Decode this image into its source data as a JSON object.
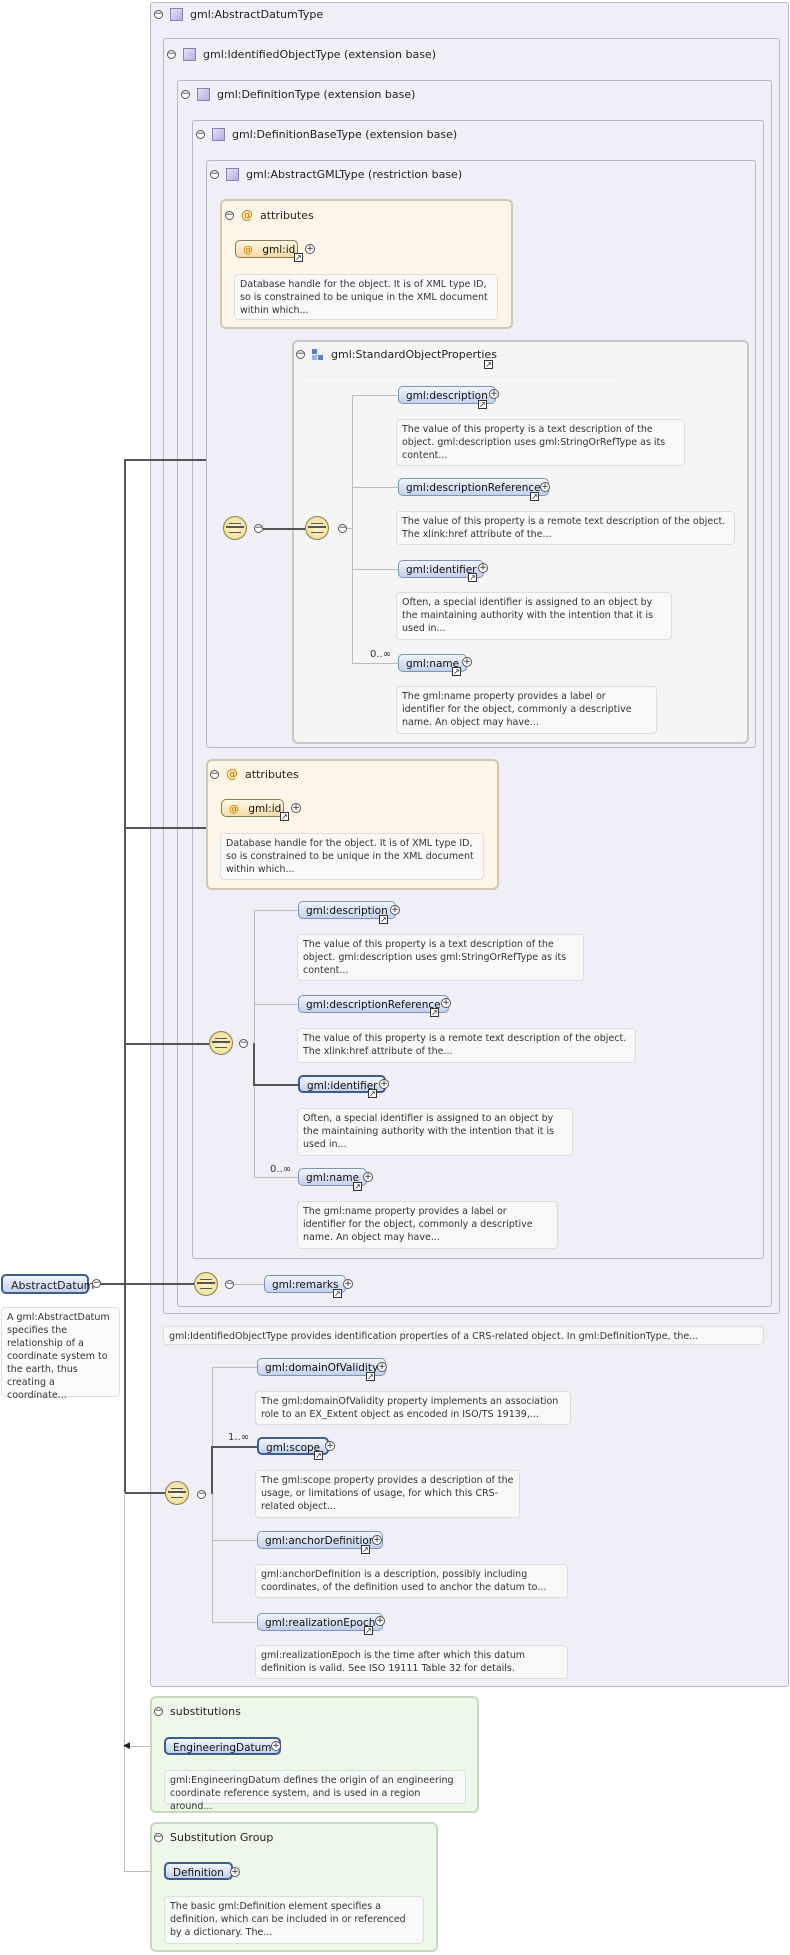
{
  "root": {
    "name": "AbstractDatum",
    "doc": "A gml:AbstractDatum specifies the relationship of a coordinate system to the earth, thus creating a coordinate..."
  },
  "types": {
    "abstract_datum": "gml:AbstractDatumType",
    "identified": "gml:IdentifiedObjectType (extension base)",
    "definition": "gml:DefinitionType (extension base)",
    "definition_base": "gml:DefinitionBaseType (extension base)",
    "abstract_gml": "gml:AbstractGMLType (restriction base)"
  },
  "attributes_label": "attributes",
  "gml_id": {
    "name": "gml:id",
    "doc": "Database handle for the object. It is of XML type ID, so is constrained to be unique in the XML document within which..."
  },
  "std_props": "gml:StandardObjectProperties",
  "props": {
    "description": {
      "name": "gml:description",
      "doc": "The value of this property is a text description of the object. gml:description uses gml:StringOrRefType as its content..."
    },
    "description_ref": {
      "name": "gml:descriptionReference",
      "doc": "The value of this property is a remote text description of the object. The xlink:href attribute of the..."
    },
    "identifier": {
      "name": "gml:identifier",
      "doc": "Often, a special identifier is assigned to an object by the maintaining authority with the intention that it is used in..."
    },
    "name": {
      "name": "gml:name",
      "doc": "The gml:name property provides a label or identifier for the object, commonly a descriptive name. An object may have..."
    },
    "name_occurs": "0..∞"
  },
  "remarks": "gml:remarks",
  "identified_doc": "gml:IdentifiedObjectType provides identification properties of a CRS-related object. In gml:DefinitionType, the...",
  "datum": {
    "domain": {
      "name": "gml:domainOfValidity",
      "doc": "The gml:domainOfValidity property implements an association role to an EX_Extent object as encoded in ISO/TS 19139,..."
    },
    "scope": {
      "name": "gml:scope",
      "occurs": "1..∞",
      "doc": "The gml:scope property provides a description of the usage, or limitations of usage, for which this CRS-related object..."
    },
    "anchor": {
      "name": "gml:anchorDefinition",
      "doc": "gml:anchorDefinition is a description, possibly including coordinates, of the definition used to anchor the datum to..."
    },
    "epoch": {
      "name": "gml:realizationEpoch",
      "doc": "gml:realizationEpoch is the time after which this datum definition is valid. See ISO 19111 Table 32 for details."
    }
  },
  "substitutions": {
    "label": "substitutions",
    "item": "EngineeringDatum",
    "doc": "gml:EngineeringDatum defines the origin of an engineering coordinate reference system, and is used in a region around..."
  },
  "subst_group": {
    "label": "Substitution Group",
    "item": "Definition",
    "doc": "The basic gml:Definition element specifies a definition, which can be included in or referenced by a dictionary. The..."
  }
}
